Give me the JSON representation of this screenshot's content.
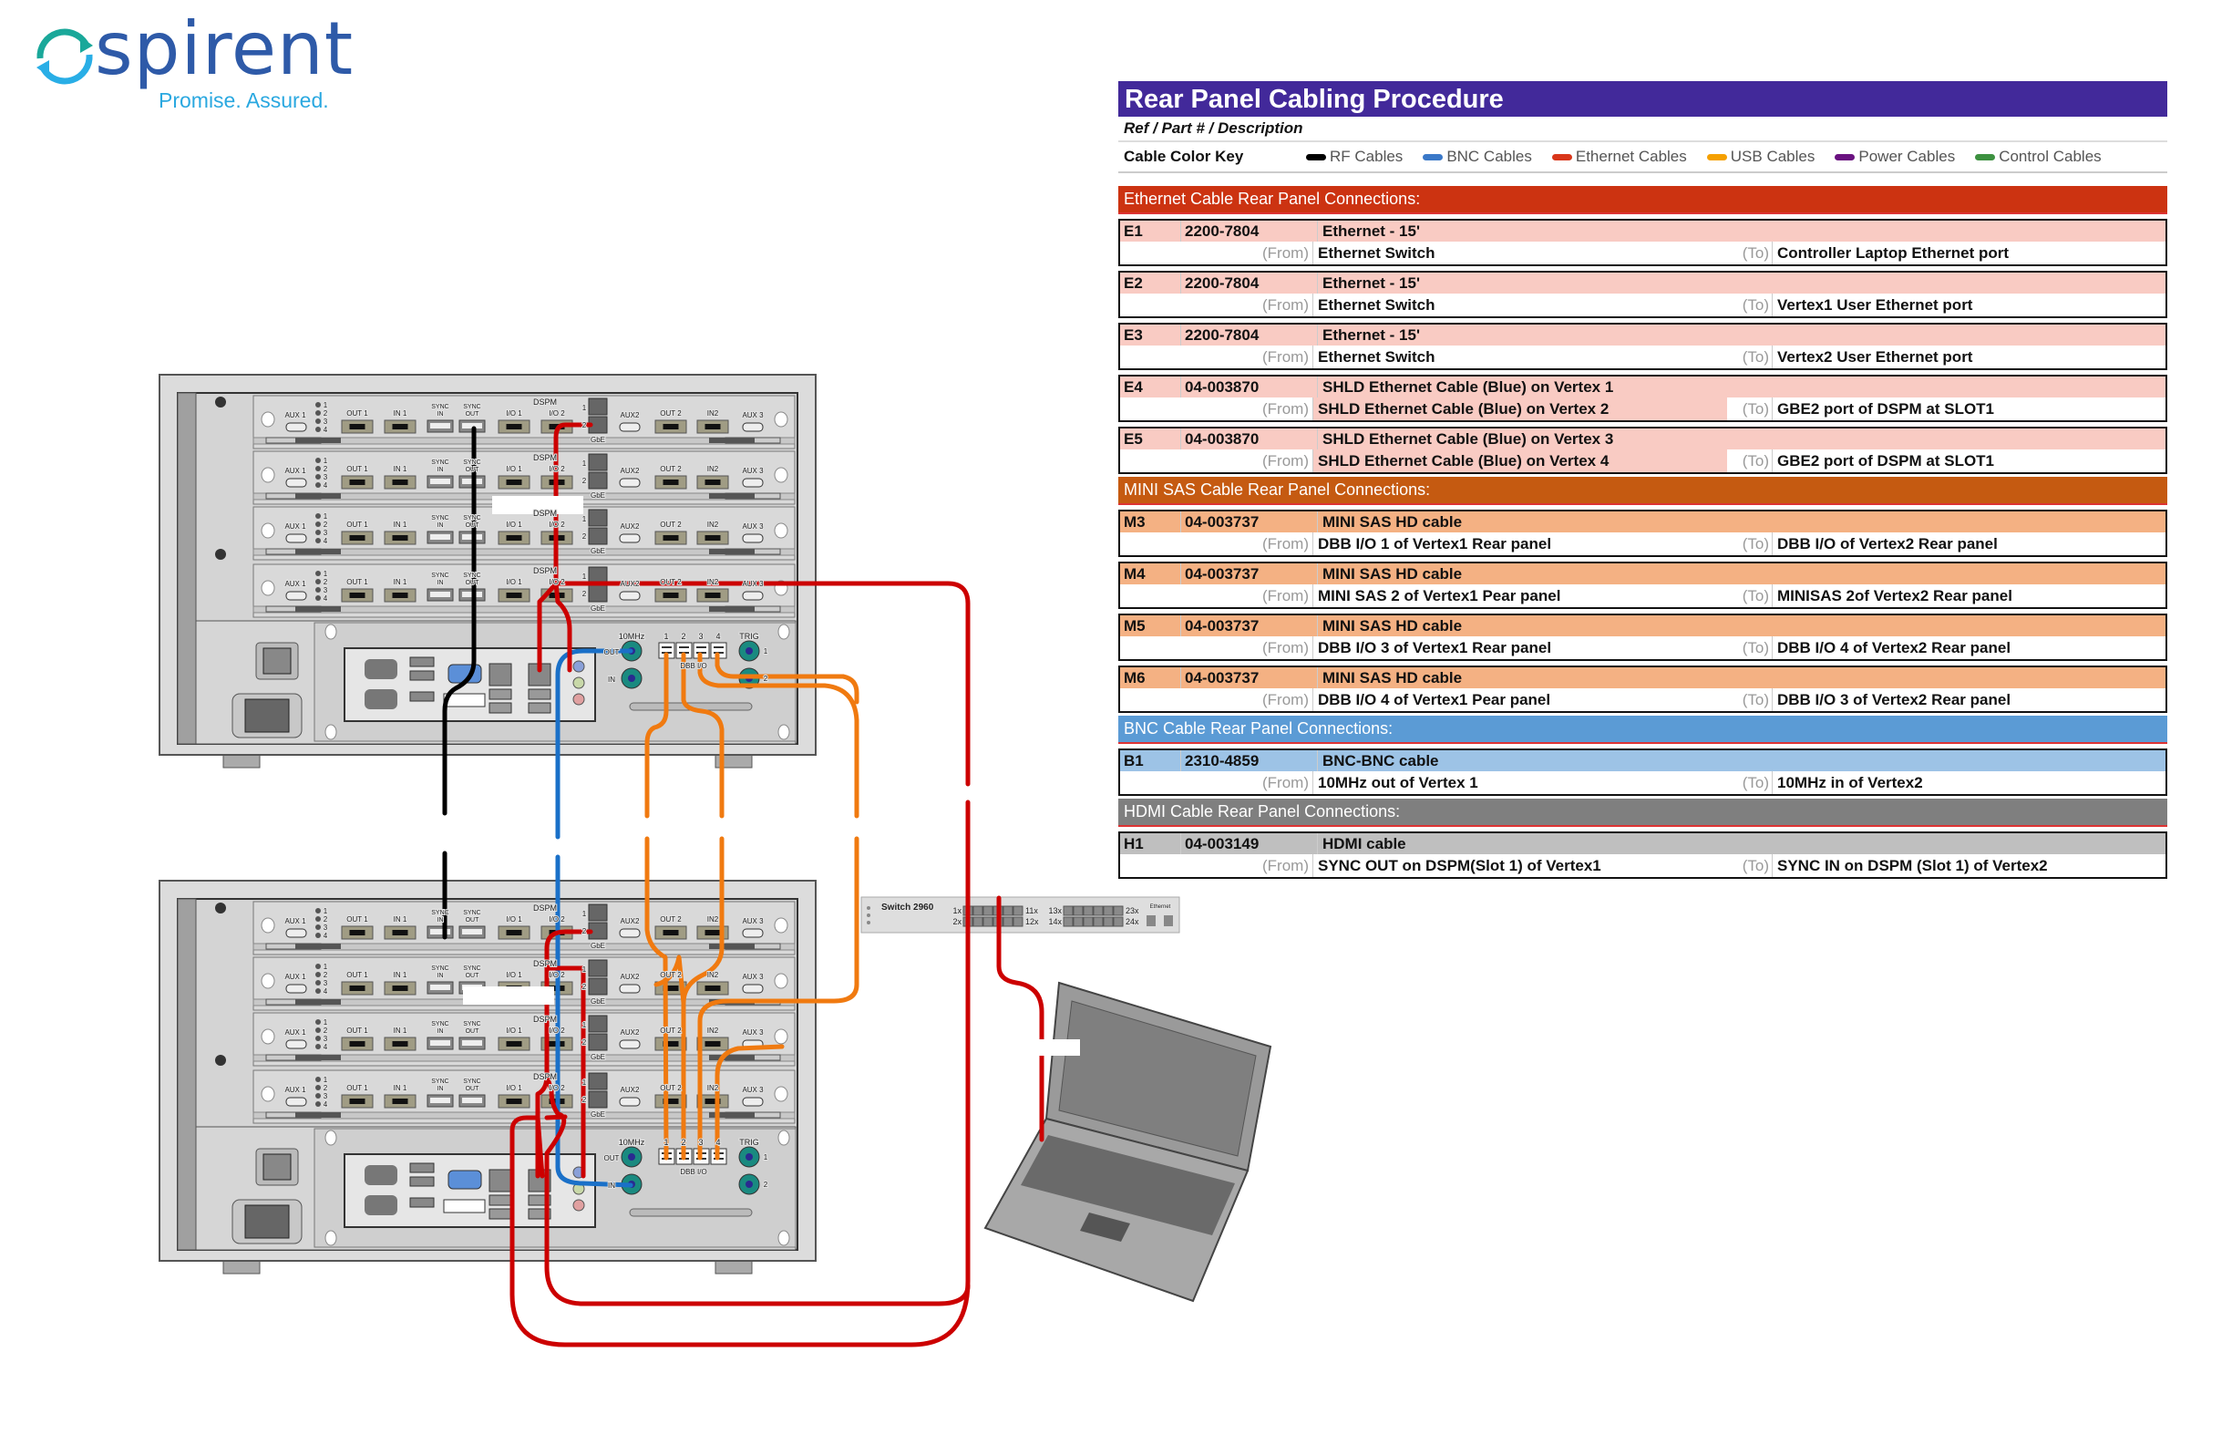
{
  "logo": {
    "brand": "spirent",
    "tagline": "Promise. Assured."
  },
  "table": {
    "title": "Rear Panel Cabling Procedure",
    "subtitle": "Ref / Part # / Description",
    "color_key_label": "Cable Color Key",
    "from_label": "(From)",
    "to_label": "(To)",
    "color_key": [
      {
        "label": "RF Cables",
        "color": "#000000"
      },
      {
        "label": "BNC Cables",
        "color": "#3a78c8"
      },
      {
        "label": "Ethernet Cables",
        "color": "#d9361a"
      },
      {
        "label": "USB Cables",
        "color": "#f5a000"
      },
      {
        "label": "Power Cables",
        "color": "#6a1280"
      },
      {
        "label": "Control Cables",
        "color": "#3d9140"
      }
    ],
    "sections": [
      {
        "title": "Ethernet  Cable Rear Panel Connections:",
        "color": "#cc3311",
        "row_color": "#f9cbc3",
        "entries": [
          {
            "ref": "E1",
            "part": "2200-7804",
            "desc": "Ethernet - 15'",
            "from": "Ethernet Switch",
            "to": "Controller Laptop Ethernet port"
          },
          {
            "ref": "E2",
            "part": "2200-7804",
            "desc": "Ethernet - 15'",
            "from": "Ethernet Switch",
            "to": "Vertex1 User Ethernet port"
          },
          {
            "ref": "E3",
            "part": "2200-7804",
            "desc": "Ethernet - 15'",
            "from": "Ethernet Switch",
            "to": "Vertex2 User Ethernet port"
          },
          {
            "ref": "E4",
            "part": "04-003870",
            "desc": "SHLD Ethernet Cable (Blue) on Vertex 1",
            "from": "SHLD Ethernet Cable (Blue) on Vertex 2",
            "to": "GBE2 port of DSPM at SLOT1",
            "from_highlight": true
          },
          {
            "ref": "E5",
            "part": "04-003870",
            "desc": "SHLD Ethernet Cable (Blue) on Vertex 3",
            "from": "SHLD Ethernet Cable (Blue) on Vertex 4",
            "to": "GBE2 port of DSPM at SLOT1",
            "from_highlight": true
          }
        ]
      },
      {
        "title": "MINI SAS  Cable Rear Panel Connections:",
        "color": "#c55a11",
        "row_color": "#f4b183",
        "entries": [
          {
            "ref": "M3",
            "part": "04-003737",
            "desc": "MINI SAS HD cable",
            "from": "DBB I/O  1 of Vertex1 Rear panel",
            "to": "DBB I/O of Vertex2 Rear panel"
          },
          {
            "ref": "M4",
            "part": "04-003737",
            "desc": "MINI SAS HD cable",
            "from": "MINI SAS 2 of Vertex1 Pear panel",
            "to": "MINISAS 2of Vertex2 Rear panel"
          },
          {
            "ref": "M5",
            "part": "04-003737",
            "desc": "MINI SAS HD cable",
            "from": "DBB I/O 3 of Vertex1 Rear panel",
            "to": "DBB I/O 4 of Vertex2 Rear panel"
          },
          {
            "ref": "M6",
            "part": "04-003737",
            "desc": "MINI SAS HD cable",
            "from": "DBB I/O 4 of Vertex1 Pear panel",
            "to": "DBB I/O 3 of Vertex2 Rear panel"
          }
        ]
      },
      {
        "title": "BNC  Cable Rear Panel Connections:",
        "color": "#5b9bd5",
        "row_color": "#9dc3e6",
        "entries": [
          {
            "ref": "B1",
            "part": "2310-4859",
            "desc": "BNC-BNC cable",
            "from": "10MHz out of Vertex 1",
            "to": "10MHz in of Vertex2"
          }
        ]
      },
      {
        "title": "HDMI  Cable Rear Panel Connections:",
        "color": "#7f7f7f",
        "row_color": "#bfbfbf",
        "entries": [
          {
            "ref": "H1",
            "part": "04-003149",
            "desc": "HDMI cable",
            "from": "SYNC OUT on DSPM(Slot 1) of Vertex1",
            "to": "SYNC IN on DSPM (Slot 1) of Vertex2"
          }
        ]
      }
    ]
  },
  "chassis_labels": {
    "card": {
      "aux1": "AUX 1",
      "leds": [
        "1",
        "2",
        "3",
        "4"
      ],
      "out1": "OUT 1",
      "in1": "IN 1",
      "sync_in": [
        "SYNC",
        "IN"
      ],
      "sync_out": [
        "SYNC",
        "OUT"
      ],
      "io1": "I/O 1",
      "io2": "I/O 2",
      "dspm": "DSPM",
      "gbe": "GbE",
      "gbe_ports": [
        "1",
        "2"
      ],
      "aux2": "AUX2",
      "out2": "OUT 2",
      "in2": "IN2",
      "aux3": "AUX 3"
    },
    "bottom": {
      "mhz": "10MHz",
      "out": "OUT",
      "in": "IN",
      "dbb_ports": [
        "1",
        "2",
        "3",
        "4"
      ],
      "dbb": "DBB I/O",
      "trig": "TRIG",
      "trig_ports": [
        "1",
        "2"
      ]
    }
  },
  "switch": {
    "name": "Switch 2960",
    "port_labels": [
      "1x",
      "2x",
      "11x",
      "12x",
      "13x",
      "14x",
      "23x",
      "24x"
    ],
    "ethernet_label": "Ethernet"
  },
  "cable_colors": {
    "rf": "#000000",
    "bnc": "#1a70c8",
    "ethernet": "#cc0000",
    "usb": "#f07a10"
  }
}
